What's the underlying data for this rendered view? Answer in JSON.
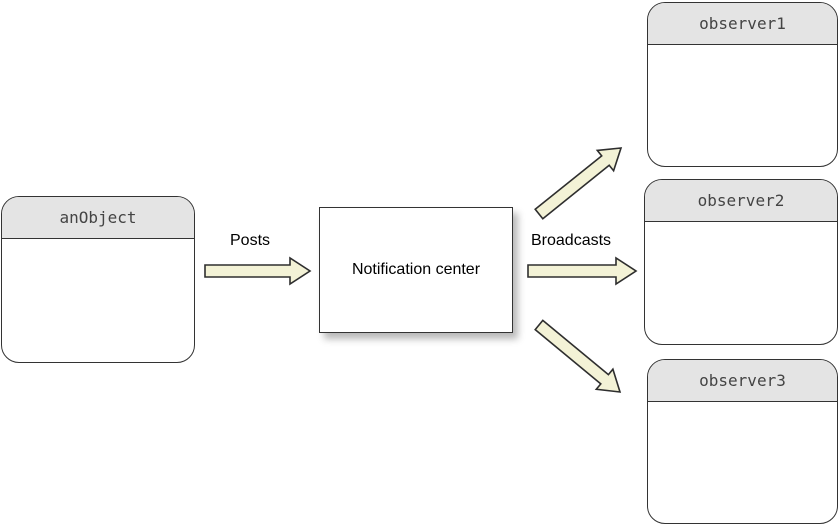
{
  "diagram": {
    "nodes": {
      "anobject": {
        "label": "anObject"
      },
      "notification_center": {
        "label": "Notification center"
      },
      "observer1": {
        "label": "observer1"
      },
      "observer2": {
        "label": "observer2"
      },
      "observer3": {
        "label": "observer3"
      }
    },
    "edges": {
      "posts": {
        "label": "Posts",
        "from": "anObject",
        "to": "Notification center"
      },
      "broadcasts": {
        "label": "Broadcasts",
        "from": "Notification center",
        "to": [
          "observer1",
          "observer2",
          "observer3"
        ]
      }
    },
    "colors": {
      "arrow_fill": "#f3f2d6",
      "arrow_stroke": "#2e2e2e",
      "header_fill": "#e4e4e4",
      "border": "#333333"
    }
  }
}
